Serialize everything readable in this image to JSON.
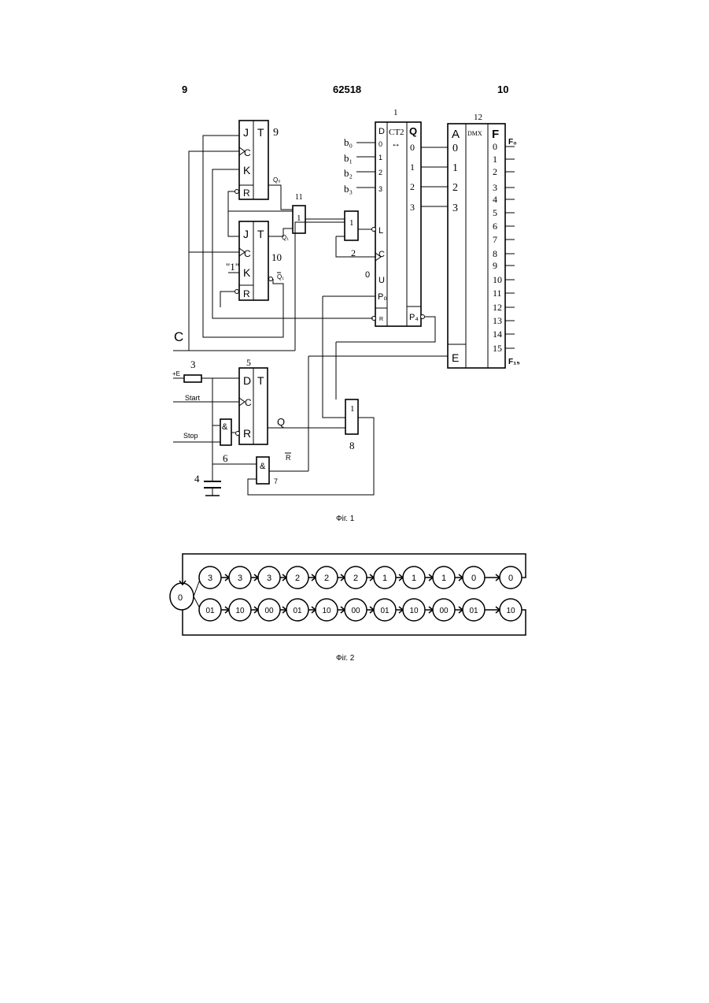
{
  "header": {
    "left": "9",
    "center": "62518",
    "right": "10"
  },
  "fig1": {
    "caption": "Фіг. 1",
    "jk9": {
      "num": "9",
      "t": "T",
      "j": "J",
      "c": "C",
      "k": "K",
      "r": "R",
      "q": "Q₀"
    },
    "jk10": {
      "num": "10",
      "t": "T",
      "j": "J",
      "c": "C",
      "k": "K",
      "r": "R",
      "q": "Q₁",
      "qbar": "Q₁",
      "const_one": "\"1\""
    },
    "or11": {
      "num": "11",
      "sym": "1"
    },
    "or2": {
      "num": "2",
      "sym": "1"
    },
    "counter": {
      "num": "1",
      "title": "CT2",
      "arrow": "↔",
      "d": "D",
      "q": "Q",
      "d_pins": [
        "0",
        "1",
        "2",
        "3"
      ],
      "q_pins": [
        "0",
        "1",
        "2",
        "3"
      ],
      "inputs": [
        "b₀",
        "b₁",
        "b₂",
        "b₃"
      ],
      "l": "L",
      "c": "C",
      "u": "U",
      "u_val": "0",
      "p0": "P₀",
      "r": "R",
      "p4": "P₄"
    },
    "dmx": {
      "num": "12",
      "a": "A",
      "title": "DMX",
      "f": "F",
      "a_pins": [
        "0",
        "1",
        "2",
        "3"
      ],
      "f_pins": [
        "0",
        "1",
        "2",
        "3",
        "4",
        "5",
        "6",
        "7",
        "8",
        "9",
        "10",
        "11",
        "12",
        "13",
        "14",
        "15"
      ],
      "e": "E",
      "f_first": "F₀",
      "f_last": "F₁₅"
    },
    "clock": "C",
    "resistor": {
      "num": "3",
      "supply": "+E"
    },
    "dff": {
      "num": "5",
      "d": "D",
      "t": "T",
      "c": "C",
      "r": "R",
      "q": "Q",
      "start": "Start",
      "stop": "Stop"
    },
    "and6": {
      "num": "6",
      "sym": "&"
    },
    "and7": {
      "num": "7",
      "sym": "&",
      "rbar": "R"
    },
    "or8": {
      "num": "8",
      "sym": "1"
    },
    "cap": {
      "num": "4"
    }
  },
  "fig2": {
    "caption": "Фіг. 2",
    "start": "0",
    "top_row": [
      "3",
      "3",
      "3",
      "2",
      "2",
      "2",
      "1",
      "1",
      "1",
      "0",
      "0"
    ],
    "bottom_row": [
      "01",
      "10",
      "00",
      "01",
      "10",
      "00",
      "01",
      "10",
      "00",
      "01",
      "10"
    ]
  }
}
